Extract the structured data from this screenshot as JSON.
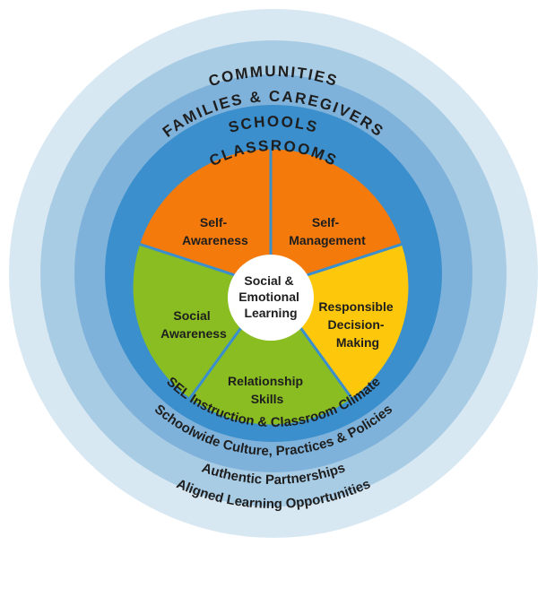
{
  "rings": {
    "communities": "COMMUNITIES",
    "families": "FAMILIES & CAREGIVERS",
    "schools": "SCHOOLS",
    "classrooms": "CLASSROOMS"
  },
  "bottom_arcs": {
    "sel_instruction": "SEL Instruction & Classroom Climate",
    "schoolwide": "Schoolwide Culture, Practices & Policies",
    "partnerships": "Authentic Partnerships",
    "aligned": "Aligned Learning Opportunities"
  },
  "segments": {
    "self_awareness": [
      "Self-",
      "Awareness"
    ],
    "self_management": [
      "Self-",
      "Management"
    ],
    "responsible": [
      "Responsible",
      "Decision-",
      "Making"
    ],
    "relationship": [
      "Relationship",
      "Skills"
    ],
    "social_awareness": [
      "Social",
      "Awareness"
    ]
  },
  "center": [
    "Social &",
    "Emotional",
    "Learning"
  ],
  "colors": {
    "ring_outer": "#d8e8f3",
    "ring_2": "#a9cce5",
    "ring_3": "#7fb2da",
    "ring_4": "#3b8fcd",
    "orange": "#f47a0c",
    "yellow": "#fdc70c",
    "green": "#8abd22",
    "divider": "#3b8fcd"
  }
}
